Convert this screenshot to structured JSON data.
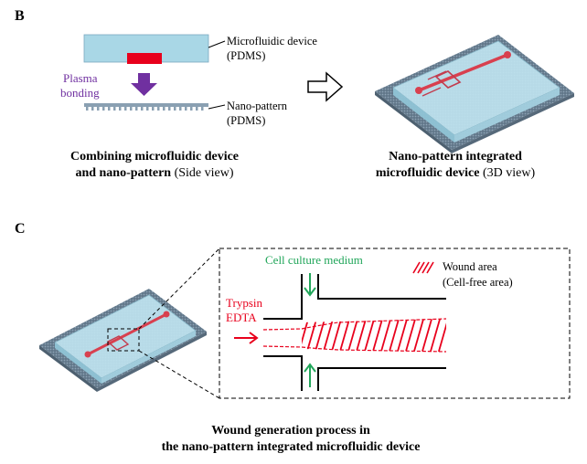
{
  "panel_b": {
    "letter": "B",
    "device_label": [
      "Microfluidic device",
      "(PDMS)"
    ],
    "bonding_label": [
      "Plasma",
      "bonding"
    ],
    "nano_label": [
      "Nano-pattern",
      "(PDMS)"
    ],
    "caption_left": {
      "line1": "Combining microfluidic device",
      "line2_bold": "and nano-pattern",
      "line2_normal": " (Side view)"
    },
    "caption_right": {
      "line1": "Nano-pattern integrated",
      "line2_bold": "microfluidic device",
      "line2_normal": "  (3D view)"
    }
  },
  "panel_c": {
    "letter": "C",
    "medium_label": "Cell culture medium",
    "trypsin_label": [
      "Trypsin",
      "EDTA"
    ],
    "wound_label": [
      "Wound area",
      "(Cell-free area)"
    ],
    "caption": [
      "Wound generation process in",
      "the nano-pattern integrated microfluidic device"
    ]
  },
  "colors": {
    "pdms": "#a9d7e6",
    "channel": "#e8001c",
    "bonding_arrow": "#7030a0",
    "bonding_text": "#7030a0",
    "medium": "#21a65a",
    "trypsin": "#e8001c",
    "pattern": "#8aa0b2"
  }
}
